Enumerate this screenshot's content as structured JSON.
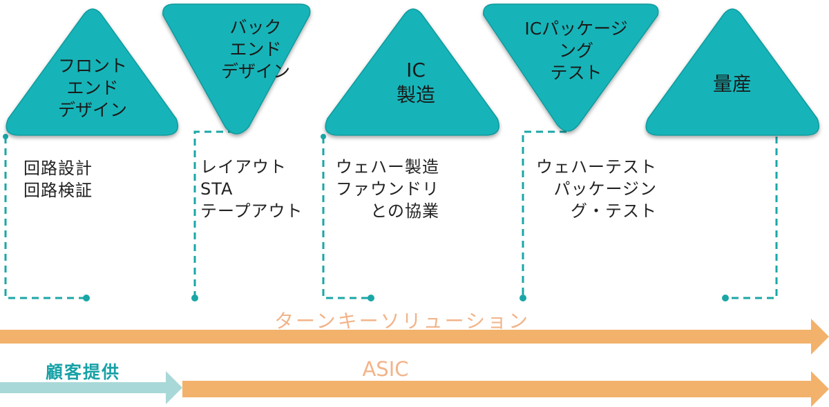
{
  "stages": [
    {
      "label_lines": [
        "フロント",
        "エンド",
        "デザイン"
      ],
      "desc_lines": [
        "回路設計",
        "回路検証"
      ]
    },
    {
      "label_lines": [
        "バック",
        "エンド",
        "デザイン"
      ],
      "desc_lines": [
        "レイアウト",
        "STA",
        "テープアウト"
      ]
    },
    {
      "label_lines": [
        "IC",
        "製造"
      ],
      "desc_lines": [
        "ウェハー製造",
        "ファウンドリ",
        "との協業"
      ]
    },
    {
      "label_lines": [
        "ICパッケージ",
        "ング",
        "テスト"
      ],
      "desc_lines": [
        "ウェハーテスト",
        "パッケージン",
        "グ・テスト"
      ]
    },
    {
      "label_lines": [
        "量産"
      ],
      "desc_lines": []
    }
  ],
  "arrows": {
    "turnkey_label": "ターンキーソリューション",
    "customer_label": "顧客提供",
    "asic_label": "ASIC"
  },
  "colors": {
    "triangle": "#17b4b8",
    "dashed": "#1aa6a6",
    "orange": "#f2b26c",
    "orange_text": "#f2b48a",
    "teal_light": "#a9d8d8",
    "teal_text": "#17a2a6"
  }
}
